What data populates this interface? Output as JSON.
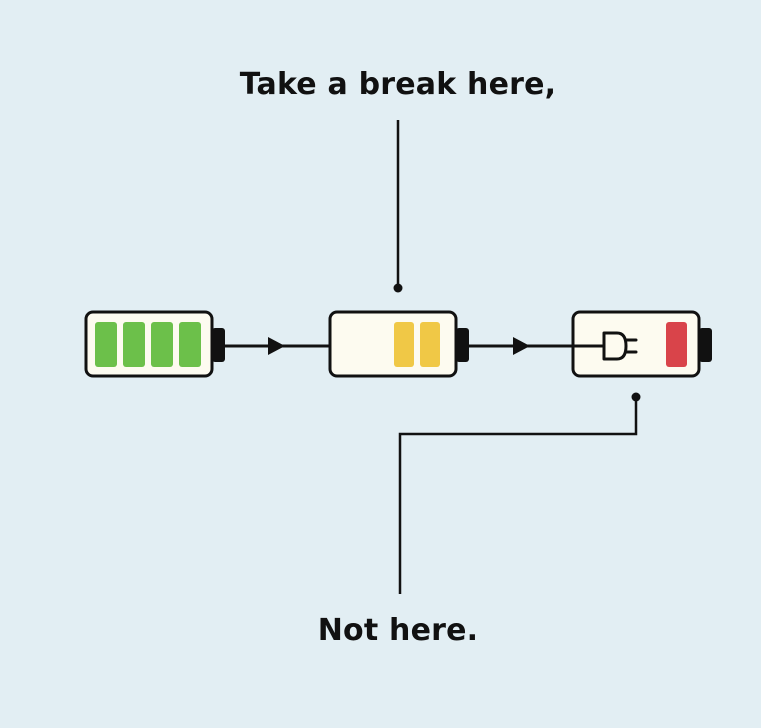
{
  "labels": {
    "top": "Take a break here,",
    "bottom": "Not here."
  },
  "batteries": [
    {
      "name": "full",
      "filled_bars": 4,
      "total_bars": 4
    },
    {
      "name": "half",
      "filled_bars": 2,
      "total_bars": 4
    },
    {
      "name": "low",
      "filled_bars": 1,
      "total_bars": 4
    }
  ],
  "colors": {
    "background": "#e2eef3",
    "battery_body": "#fdfbf0",
    "outline": "#111111",
    "full": "#6cc04a",
    "half": "#f0c846",
    "low": "#d9444a"
  },
  "icons": {
    "plug": "plug-icon"
  }
}
